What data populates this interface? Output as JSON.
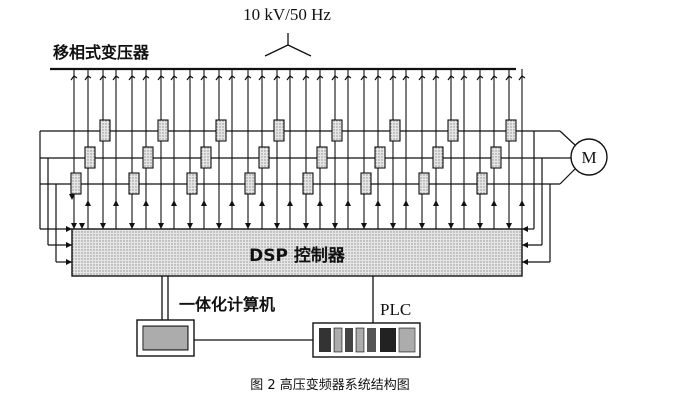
{
  "supply_label": "10 kV/50 Hz",
  "transformer_label": "移相式变压器",
  "motor_label": "M",
  "controller_label": "DSP 控制器",
  "computer_label": "一体化计算机",
  "plc_label": "PLC",
  "caption": "图 2  高压变频器系统结构图"
}
